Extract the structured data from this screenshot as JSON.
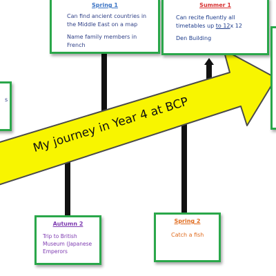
{
  "banner": {
    "text": "My journey in Year 4 at BCP",
    "color": "#f8f500",
    "stroke": "#4a4a4a"
  },
  "cards": {
    "spring1": {
      "heading": "Spring 1",
      "items": [
        "Can find ancient countries in the Middle East on a map",
        "Name family members in French"
      ]
    },
    "summer1": {
      "heading": "Summer 1",
      "line1": "Can recite fluently all",
      "line2_prefix": "timetables up ",
      "line2_underlined": "to  12",
      "line2_suffix": "x 12",
      "item2": "Den Building"
    },
    "left": {
      "fragment": "s"
    },
    "autumn2": {
      "heading": "Autumn 2",
      "lines": [
        "Trip to British",
        "Museum (Japanese",
        "Emperors"
      ]
    },
    "spring2": {
      "heading": "Spring 2",
      "item": "Catch a fish"
    }
  },
  "colors": {
    "card_border": "#2aa74a",
    "connector": "#111111"
  }
}
